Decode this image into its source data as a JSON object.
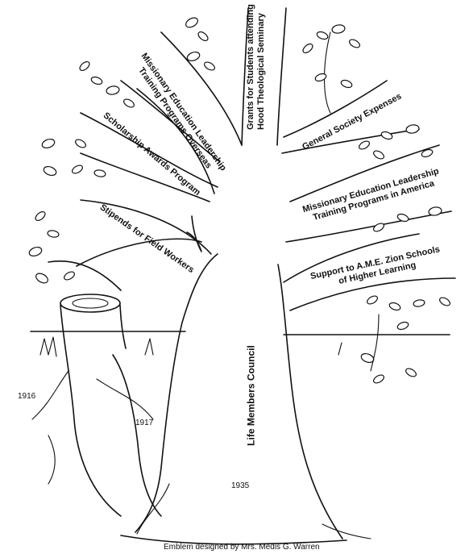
{
  "branches": {
    "hood_seminary": {
      "line1": "Grants for Students attending",
      "line2": "Hood Theological Seminary"
    },
    "missionary_overseas": {
      "line1": "Missionary Education Leadership",
      "line2": "Training Programs Overseas"
    },
    "scholarship": {
      "label": "Scholarship Awards Program"
    },
    "stipends": {
      "label": "Stipends for Field Workers"
    },
    "general_society": {
      "label": "General Society Expenses"
    },
    "missionary_america": {
      "line1": "Missionary Education Leadership",
      "line2": "Training Programs in America"
    },
    "ame_zion": {
      "line1": "Support to A.M.E. Zion Schools",
      "line2": "of Higher Learning"
    }
  },
  "trunk": {
    "label": "Life Members Council"
  },
  "years": {
    "y1916": "1916",
    "y1917": "1917",
    "y1935": "1935"
  },
  "credit": "Emblem designed by Mrs. Medis G. Warren"
}
